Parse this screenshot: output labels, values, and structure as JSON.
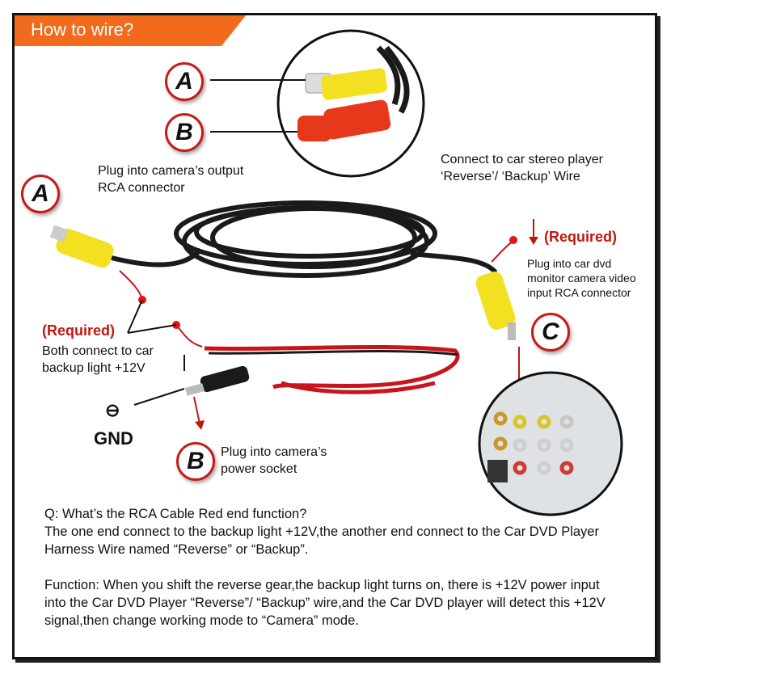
{
  "banner": {
    "title": "How to wire?"
  },
  "badges": {
    "a": "A",
    "b": "B",
    "c": "C"
  },
  "labels": {
    "plug_camera_output": "Plug into camera’s output\nRCA connector",
    "connect_stereo": "Connect to car stereo player\n‘Reverse’/ ‘Backup’ Wire",
    "required": "(Required)",
    "plug_dvd": "Plug into car dvd\nmonitor camera video\ninput RCA connector",
    "both_connect": "Both connect to car\nbackup light +12V",
    "gnd_symbol": "⊖",
    "gnd": "GND",
    "plug_power": "Plug into camera’s\npower socket"
  },
  "faq": {
    "question": "Q: What’s the RCA Cable Red end function?",
    "answer": "The one end connect to the backup light +12V,the another end connect to the Car DVD Player Harness Wire named “Reverse” or “Backup”.",
    "function_label": "Function",
    "function_text": ": When you shift the reverse gear,the backup light turns on, there is +12V power input into the Car DVD Player “Reverse”/ “Backup” wire,and the Car DVD player will detect this +12V signal,then change working mode to “Camera” mode."
  },
  "colors": {
    "banner": "#f26a1b",
    "accent_red": "#c0180e",
    "rca_yellow": "#f2e021",
    "rca_red": "#e8381c",
    "cable": "#1a1a1a",
    "power_red": "#c8141a"
  }
}
